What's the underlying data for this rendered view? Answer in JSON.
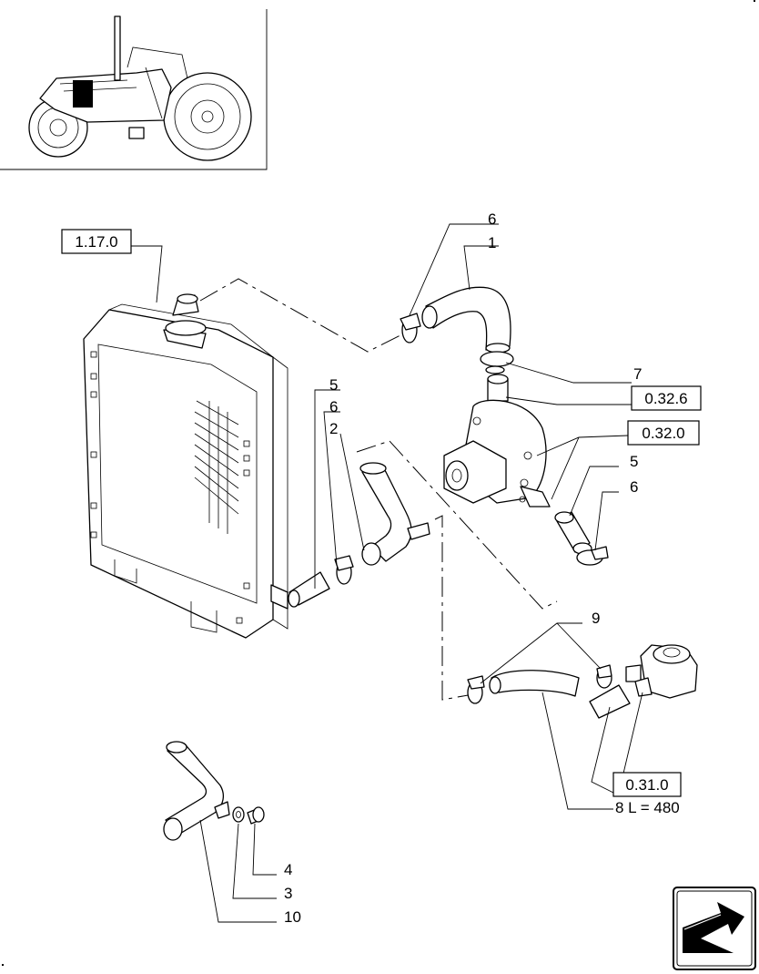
{
  "references": {
    "ref_1_17_0": "1.17.0",
    "ref_0_32_6": "0.32.6",
    "ref_0_32_0": "0.32.0",
    "ref_0_31_0": "0.31.0"
  },
  "callouts": {
    "c6_top": "6",
    "c1_top": "1",
    "c7": "7",
    "c5_mid": "5",
    "c6_mid": "6",
    "c2": "2",
    "c5_right": "5",
    "c6_right": "6",
    "c9": "9",
    "c8_len": "8 L = 480",
    "c4": "4",
    "c3": "3",
    "c10": "10"
  },
  "icons": [
    "tractor-locator-icon",
    "next-page-arrow-icon"
  ]
}
